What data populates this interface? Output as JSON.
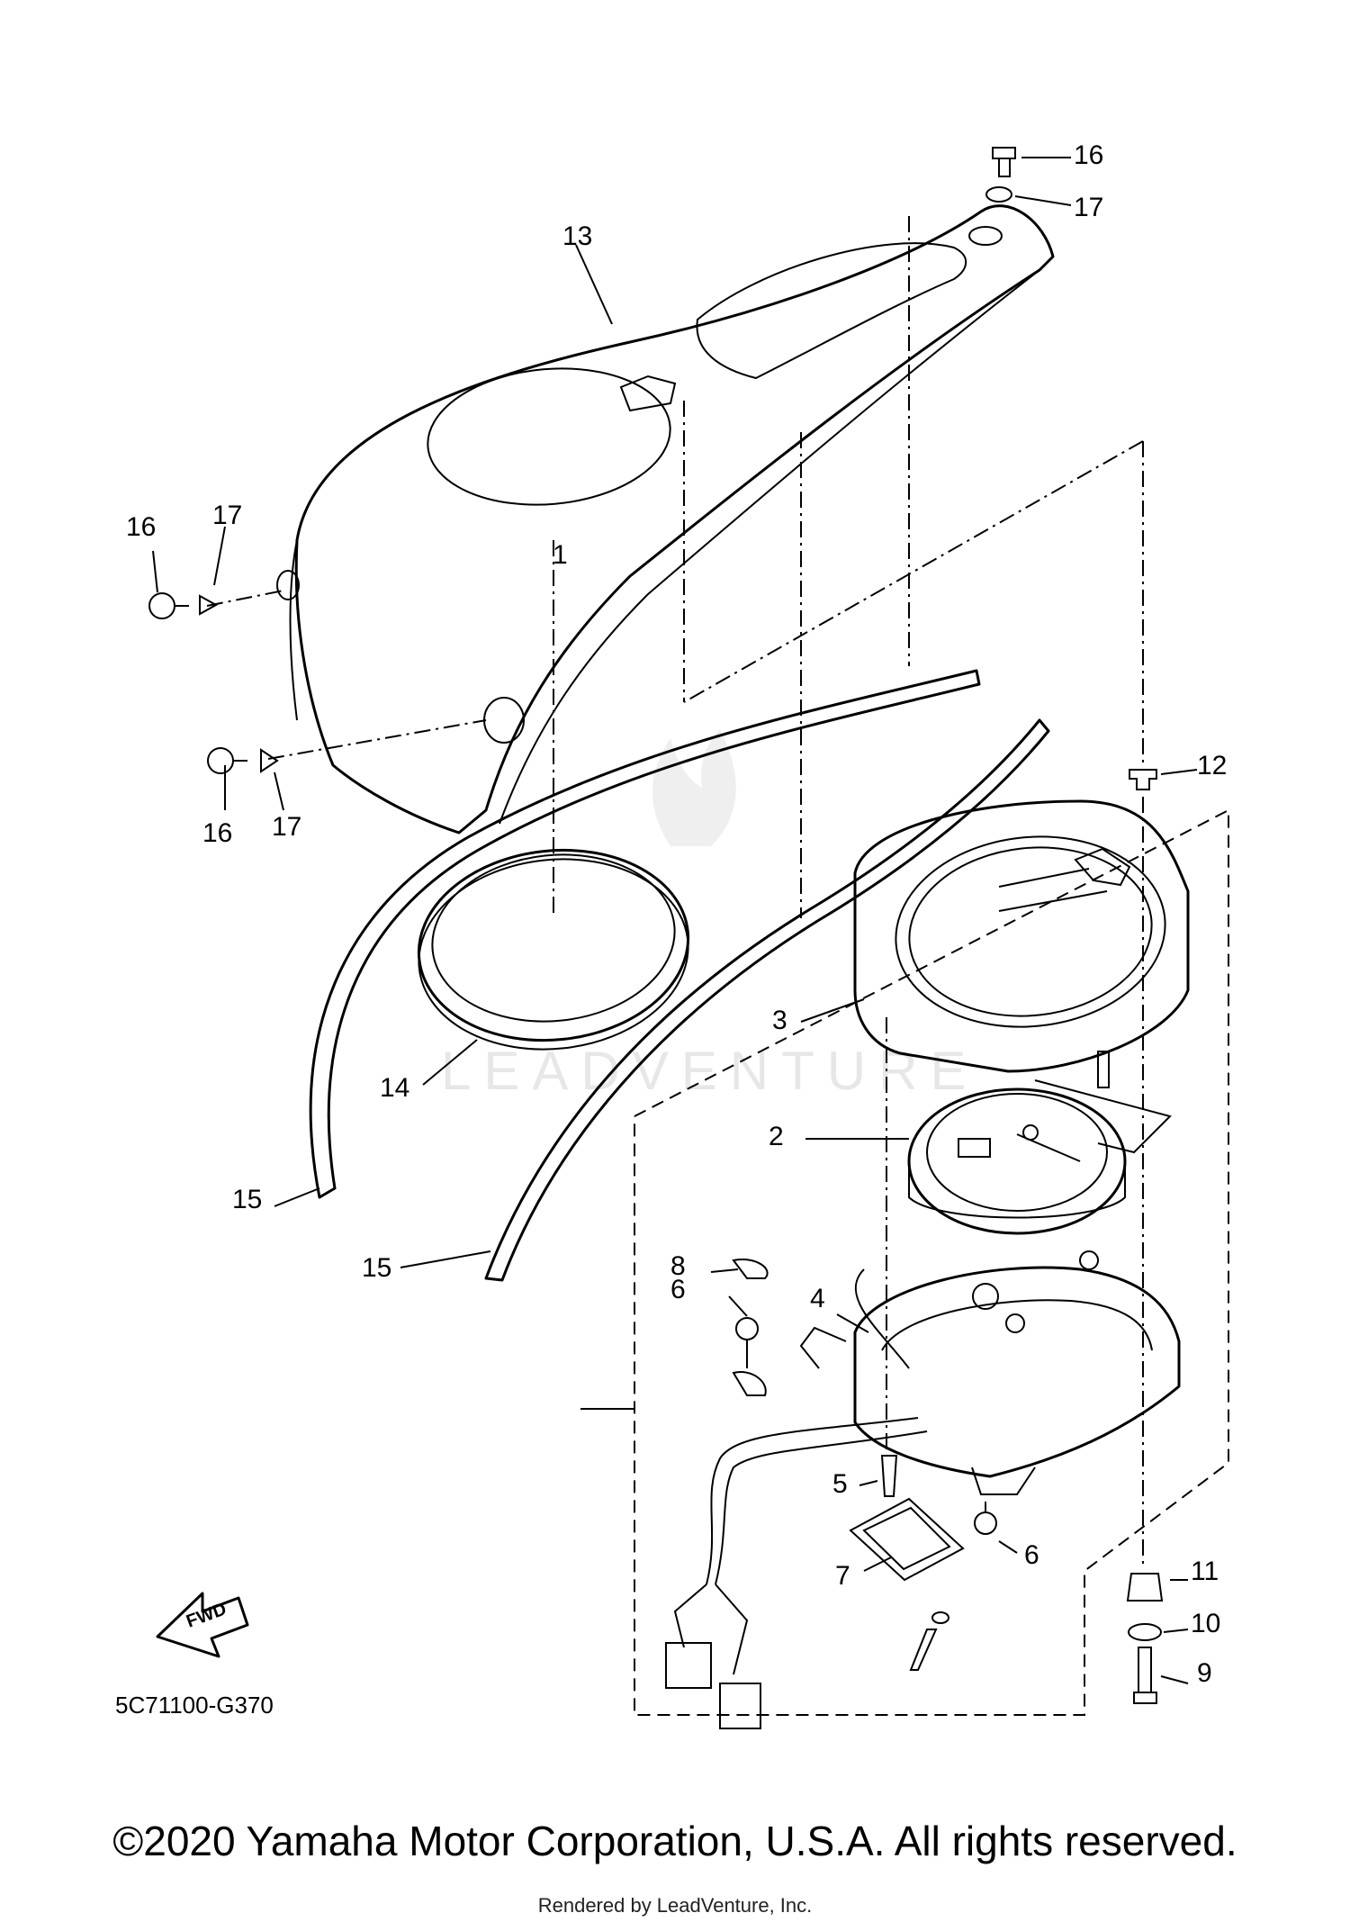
{
  "diagram": {
    "callouts": [
      "1",
      "2",
      "3",
      "4",
      "5",
      "6",
      "6",
      "7",
      "8",
      "9",
      "10",
      "11",
      "12",
      "13",
      "14",
      "15",
      "15",
      "16",
      "16",
      "16",
      "17",
      "17",
      "17"
    ],
    "part_code": "5C71100-G370",
    "fwd_label": "FWD",
    "watermark": "LEADVENTURE"
  },
  "footer": {
    "copyright": "©2020 Yamaha Motor Corporation, U.S.A. All rights reserved.",
    "rendered_by": "Rendered by LeadVenture, Inc."
  }
}
